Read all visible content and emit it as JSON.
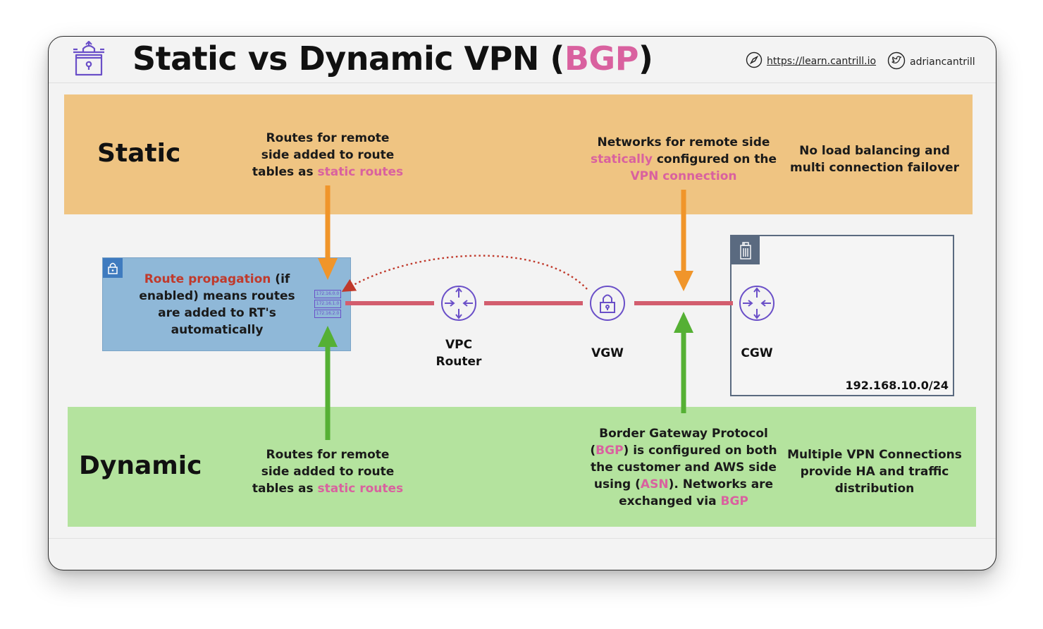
{
  "header": {
    "title_main": "Static vs Dynamic VPN (",
    "title_highlight": "BGP",
    "title_end": ")",
    "site_link": "https://learn.cantrill.io",
    "twitter_handle": "adriancantrill",
    "logo_icon": "vpn-lock-building-icon"
  },
  "static_band": {
    "label": "Static",
    "routes_note": {
      "line1": "Routes for remote",
      "line2": "side added to route",
      "line3_prefix": "tables as ",
      "line3_highlight": "static routes"
    },
    "networks_note": {
      "line1": "Networks for remote side",
      "line2_highlight": "statically",
      "line2_rest": " configured on the",
      "line3_highlight": "VPN connection"
    },
    "limitation": {
      "line1": "No load balancing and",
      "line2": "multi connection failover"
    }
  },
  "dynamic_band": {
    "label": "Dynamic",
    "routes_note": {
      "line1": "Routes for remote",
      "line2": "side added to route",
      "line3_prefix": "tables as ",
      "line3_highlight": "static routes"
    },
    "bgp_note": {
      "line1": "Border Gateway Protocol",
      "line2_open": "(",
      "line2_highlight": "BGP",
      "line2_rest": ") is configured on both",
      "line3": "the customer and AWS side",
      "line4_prefix": "using (",
      "line4_highlight": "ASN",
      "line4_rest": "). Networks are",
      "line5_prefix": "exchanged via ",
      "line5_highlight": "BGP"
    },
    "benefit": {
      "line1": "Multiple VPN Connections",
      "line2": "provide HA and traffic",
      "line3": "distribution"
    }
  },
  "vpc": {
    "propagation_highlight": "Route propagation",
    "propagation_rest1": " (if",
    "propagation_line2": "enabled) means routes",
    "propagation_line3": "are added to RT's",
    "propagation_line4": "automatically",
    "route_table_entries": [
      "172.16.0.0",
      "172.16.1.0",
      "172.16.2.0"
    ]
  },
  "nodes": {
    "vpc_router_line1": "VPC",
    "vpc_router_line2": "Router",
    "vgw": "VGW",
    "cgw": "CGW"
  },
  "customer_network": "192.168.10.0/24",
  "colors": {
    "static_band": "#efc482",
    "dynamic_band": "#b4e39e",
    "highlight_pink": "#d9619f",
    "highlight_red": "#c0392b",
    "link_red": "#d35d6e",
    "arrow_orange": "#f0952a",
    "arrow_green": "#55b034",
    "node_purple": "#6a4fc8"
  }
}
